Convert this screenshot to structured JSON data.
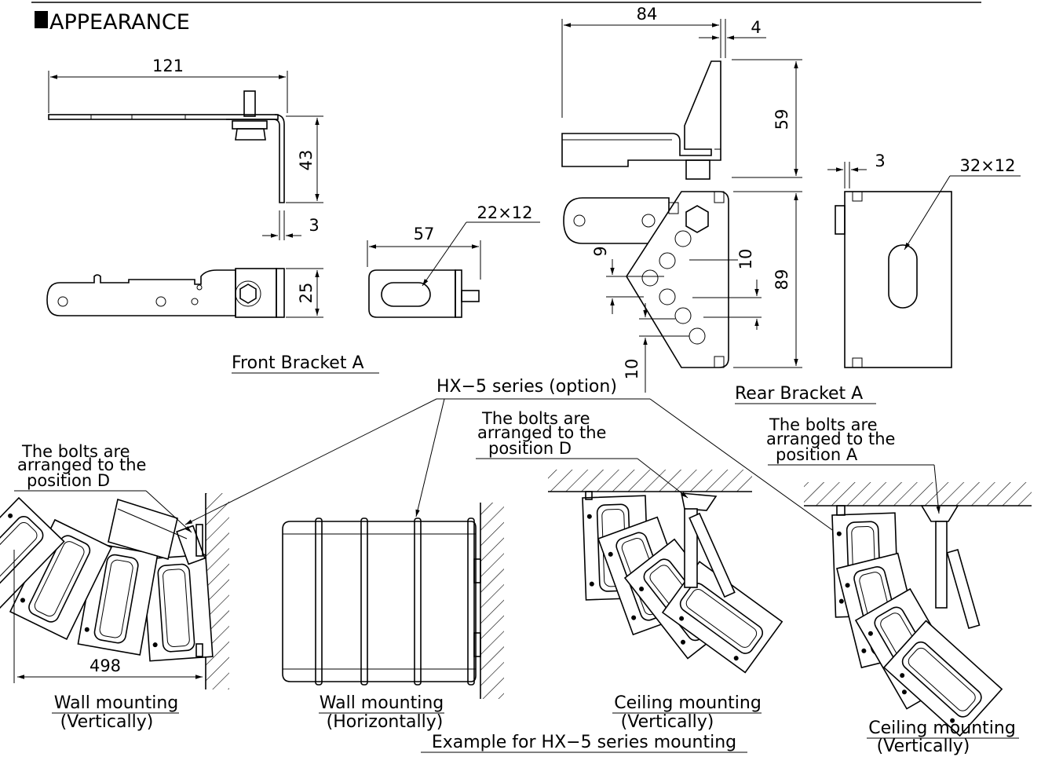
{
  "heading": "APPEARANCE",
  "front_bracket": {
    "title": "Front Bracket A",
    "dim_width": "121",
    "dim_height": "43",
    "dim_thickness": "3",
    "dim_depth": "25",
    "detail_dim_width": "57",
    "detail_slot": "22×12"
  },
  "rear_bracket": {
    "title": "Rear Bracket A",
    "dim_width": "84",
    "dim_offset": "4",
    "dim_height": "59",
    "dim_hole_pitch_1": "9",
    "dim_hole_pitch_2": "10",
    "dim_hole_pitch_3": "10",
    "dim_length": "89",
    "dim_thickness": "3",
    "slot": "32×12"
  },
  "callout_option": "HX−5 series (option)",
  "note_wall": [
    "The bolts are",
    "arranged to the",
    "position D"
  ],
  "note_ceiling_1": [
    "The bolts are",
    "arranged to the",
    "position D"
  ],
  "note_ceiling_2": [
    "The bolts are",
    "arranged to the",
    "position A"
  ],
  "wall_vertical": {
    "title": "Wall mounting",
    "sub": "(Vertically)",
    "dim_width": "498"
  },
  "wall_horizontal": {
    "title": "Wall mounting",
    "sub": "(Horizontally)"
  },
  "ceiling_1": {
    "title": "Ceiling mounting",
    "sub": "(Vertically)"
  },
  "ceiling_2": {
    "title": "Ceiling mounting",
    "sub": "(Vertically)"
  },
  "footer": "Example for HX−5 series mounting"
}
